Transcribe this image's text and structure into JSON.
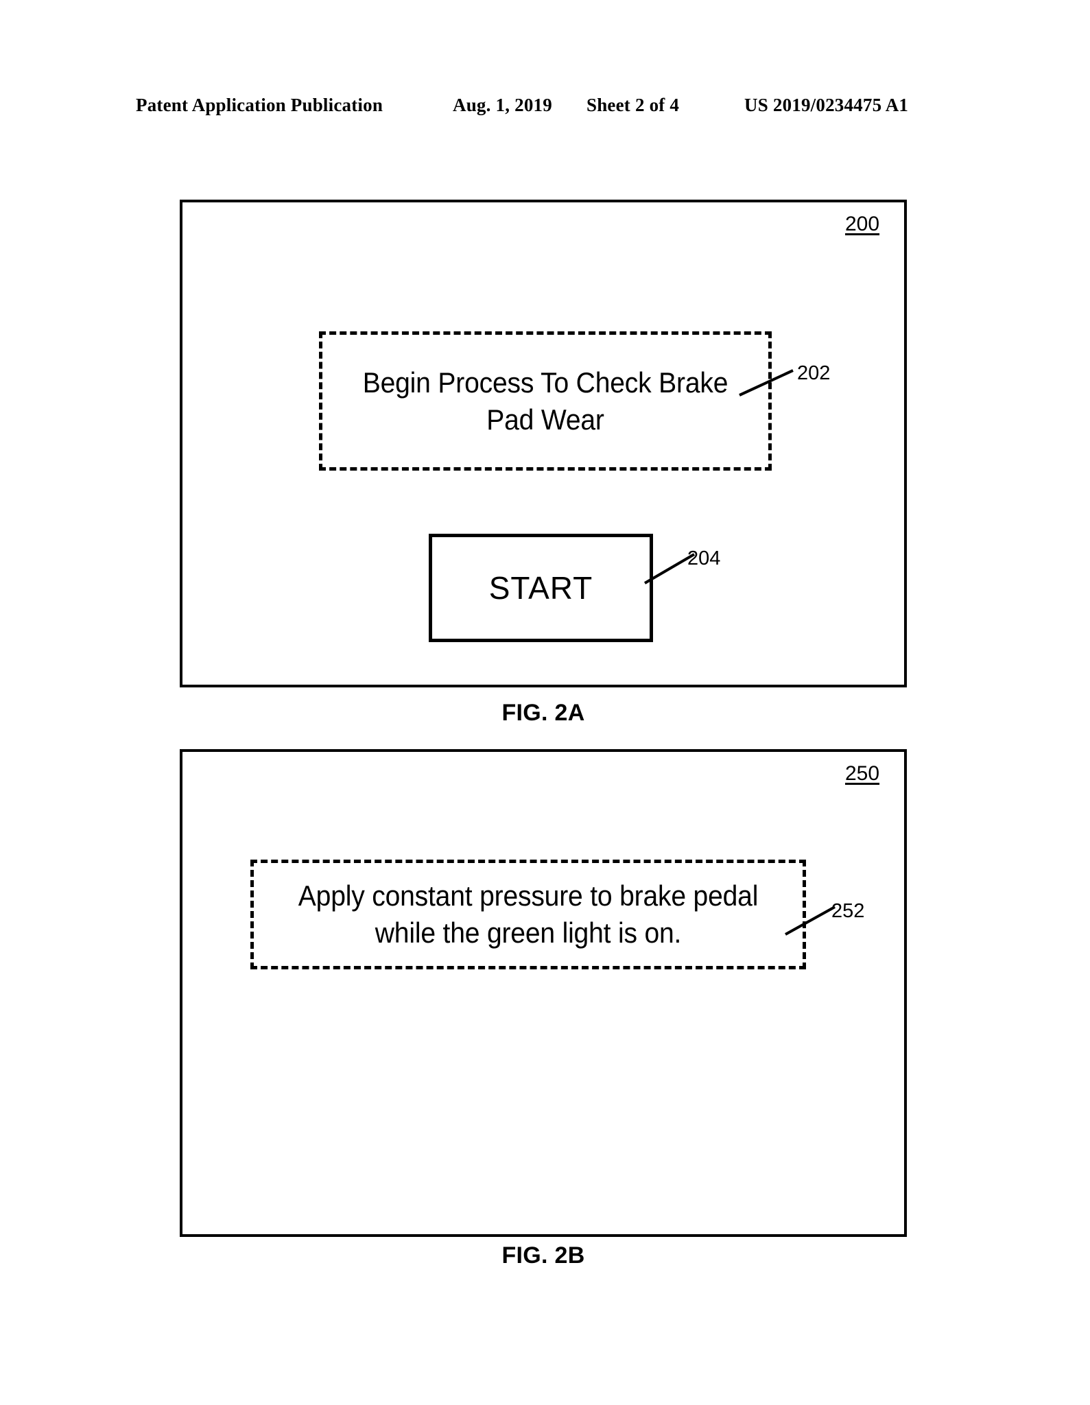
{
  "header": {
    "publication": "Patent Application Publication",
    "date": "Aug. 1, 2019",
    "sheet": "Sheet 2 of 4",
    "document_number": "US 2019/0234475 A1"
  },
  "figures": [
    {
      "id": "fig-2a",
      "caption": "FIG. 2A",
      "screen_ref": "200",
      "elements": [
        {
          "name": "instruction-panel",
          "style": "dashed",
          "text": "Begin Process To Check Brake Pad Wear",
          "callout": "202"
        },
        {
          "name": "start-button",
          "style": "solid",
          "text": "START",
          "callout": "204"
        }
      ]
    },
    {
      "id": "fig-2b",
      "caption": "FIG. 2B",
      "screen_ref": "250",
      "elements": [
        {
          "name": "instruction-panel",
          "style": "dashed",
          "text": "Apply constant pressure to brake pedal while the green light is on.",
          "callout": "252"
        }
      ]
    }
  ],
  "colors": {
    "ink": "#000000",
    "paper": "#ffffff"
  }
}
